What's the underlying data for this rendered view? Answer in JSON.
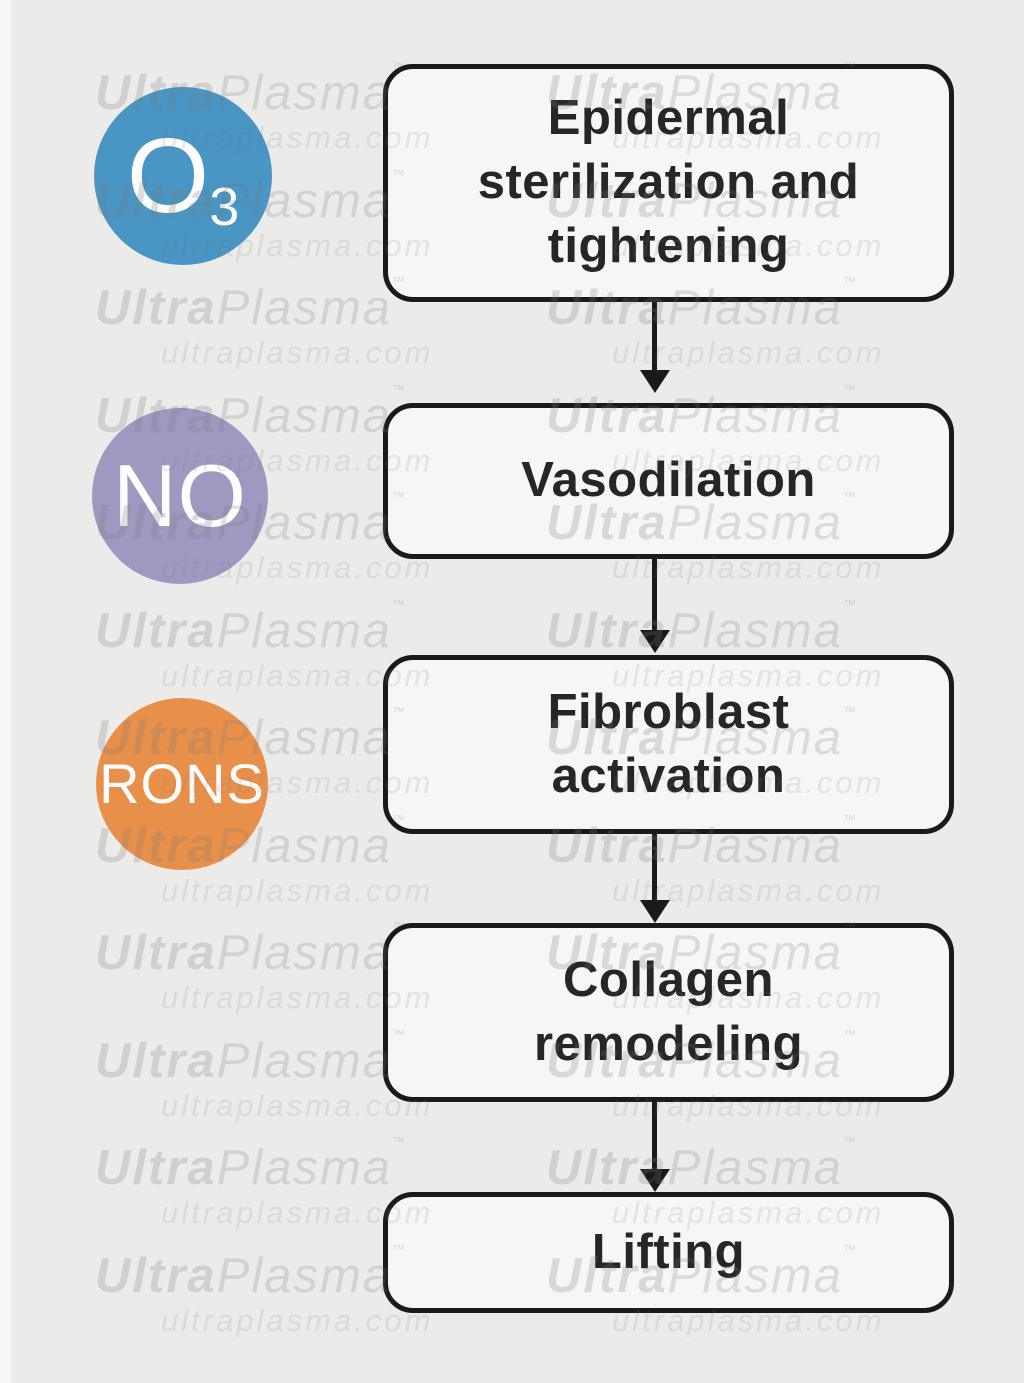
{
  "watermark": {
    "brand_bold": "Ultra",
    "brand_light": "Plasma",
    "tm": "™",
    "domain": "ultraplasma.com"
  },
  "agents": [
    {
      "id": "ozone",
      "label": "O",
      "subscript": "3",
      "color": "#4995c3"
    },
    {
      "id": "nitric-oxide",
      "label": "NO",
      "color": "#9e99c1"
    },
    {
      "id": "rons",
      "label": "RONS",
      "color": "#e8904a"
    }
  ],
  "steps": [
    {
      "label": "Epidermal sterilization and tightening",
      "lines": [
        "Epidermal",
        "sterilization and",
        "tightening"
      ]
    },
    {
      "label": "Vasodilation",
      "lines": [
        "Vasodilation"
      ]
    },
    {
      "label": "Fibroblast activation",
      "lines": [
        "Fibroblast",
        "activation"
      ]
    },
    {
      "label": "Collagen remodeling",
      "lines": [
        "Collagen",
        "remodeling"
      ]
    },
    {
      "label": "Lifting",
      "lines": [
        "Lifting"
      ]
    }
  ],
  "colors": {
    "background": "#ebebea",
    "box_fill": "#f6f6f5",
    "box_border": "#1a1a1a",
    "box_text": "#262626",
    "arrow": "#1a1a1a",
    "circle_text": "#fdfdfd"
  }
}
